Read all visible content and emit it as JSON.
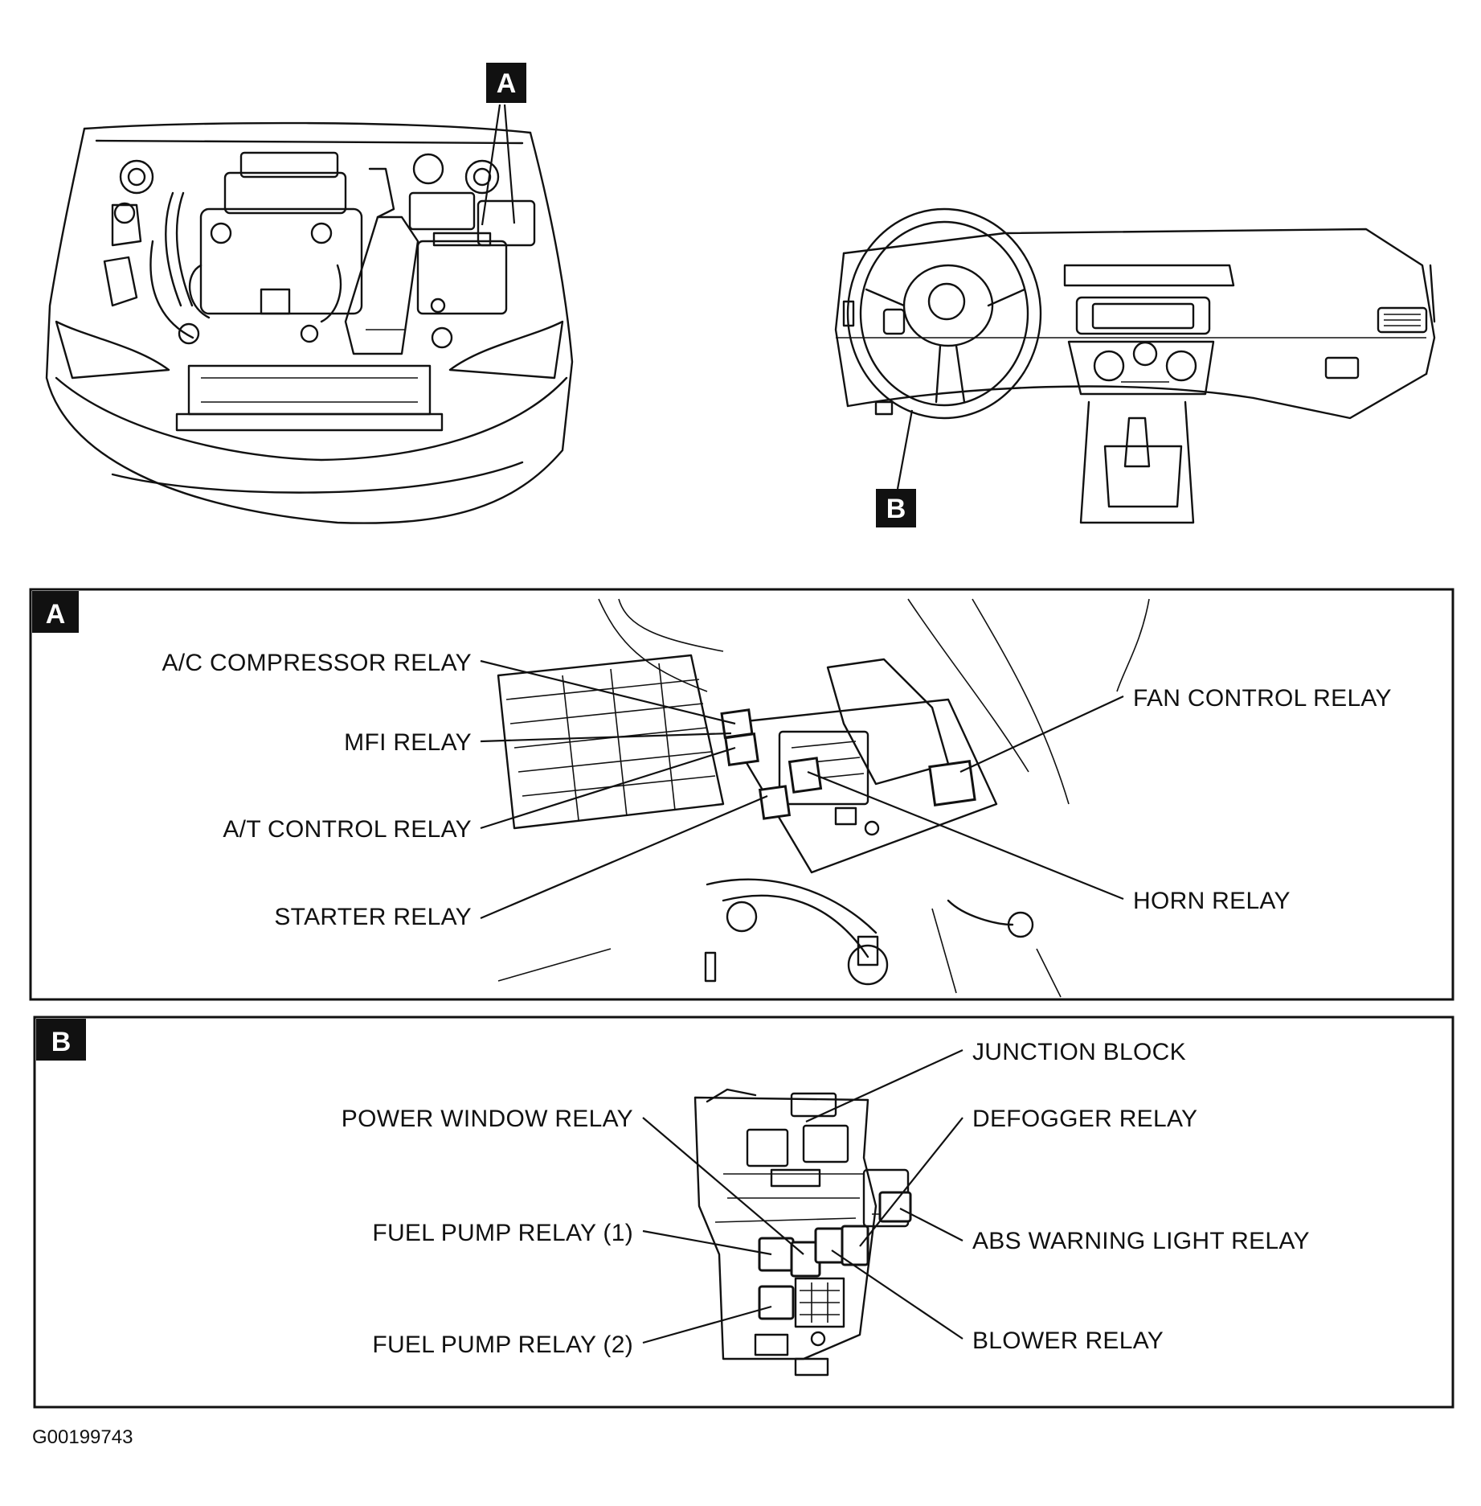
{
  "overview": {
    "engine_callout": "A",
    "dash_callout": "B"
  },
  "panel_a": {
    "badge": "A",
    "labels": {
      "ac_compressor_relay": "A/C COMPRESSOR RELAY",
      "mfi_relay": "MFI RELAY",
      "at_control_relay": "A/T CONTROL RELAY",
      "starter_relay": "STARTER RELAY",
      "fan_control_relay": "FAN CONTROL RELAY",
      "horn_relay": "HORN RELAY"
    }
  },
  "panel_b": {
    "badge": "B",
    "labels": {
      "junction_block": "JUNCTION BLOCK",
      "power_window_relay": "POWER WINDOW RELAY",
      "defogger_relay": "DEFOGGER RELAY",
      "fuel_pump_relay_1": "FUEL PUMP RELAY (1)",
      "abs_warning_light_relay": "ABS WARNING LIGHT RELAY",
      "fuel_pump_relay_2": "FUEL PUMP RELAY (2)",
      "blower_relay": "BLOWER RELAY"
    }
  },
  "figure_code": "G00199743"
}
